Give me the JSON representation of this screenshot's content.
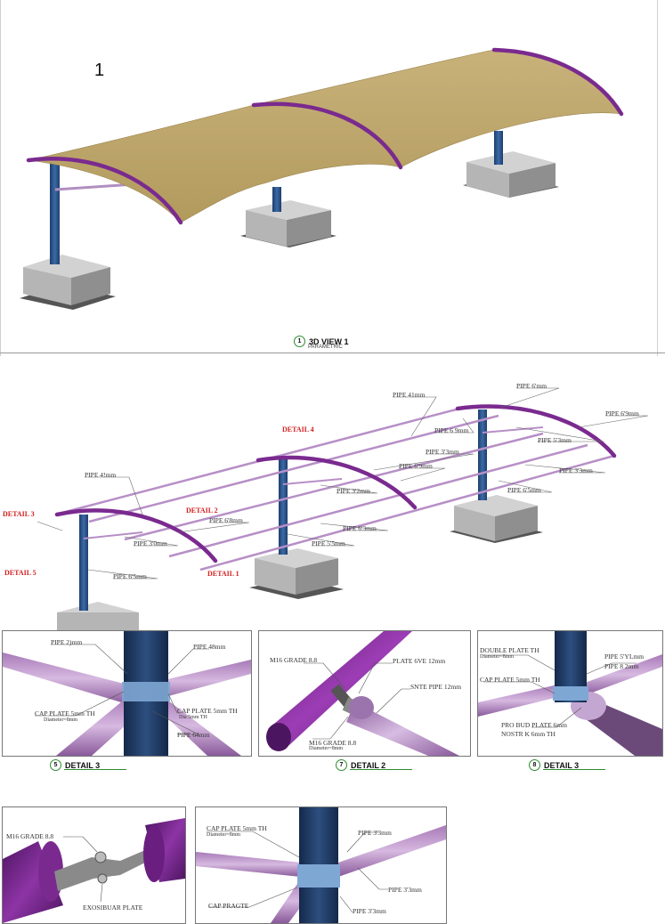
{
  "sheet_number": "1",
  "view_3d": {
    "bubble": "1",
    "title": "3D VIEW 1",
    "subtitle": "PARAMETRIC"
  },
  "framing": {
    "detail_tags": {
      "detail4": "DETAIL 4",
      "detail3": "DETAIL 3",
      "detail2": "DETAIL 2",
      "detail5": "DETAIL 5",
      "detail1": "DETAIL 1"
    },
    "pipe_labels": {
      "p41_top": "PIPE 41mm",
      "p_top_right": "PIPE 6'mm",
      "p_far_right": "PIPE 6'9mm",
      "p_mid1": "PIPE 6 9mm",
      "p_right2": "PIPE 5'3mm",
      "p_mid2": "PIPE 3'3mm",
      "p_mid3": "PIPE 6'9mm",
      "p_right3": "PIPE 3'3mm",
      "p_left_top": "PIPE 4!mm",
      "p_mid4": "PIPE 3'2mm",
      "p_right4": "PIPE 6'5mm",
      "p_left2": "PIPE 6'8mm",
      "p_mid5": "PIPE 6'3mm",
      "p_left3": "PIPE 3'0mm",
      "p_mid6": "PIPE 5'5mm",
      "p_left4": "PIPE 6'5mm"
    }
  },
  "detail_a": {
    "bubble": "5",
    "title": "DETAIL 3",
    "labels": {
      "pipe_tl": "PIPE 2)mm",
      "pipe_tr": "PIPE 48mm",
      "cap_l": "CAP PLATE 5mm TH",
      "cap_l_sub": "Diameter=8mm",
      "cap_r": "CAP PLATE 5mm TH",
      "cap_r_sub": "Dia 5mm TH",
      "pipe_b": "PIPE 64mm"
    }
  },
  "detail_b": {
    "bubble": "7",
    "title": "DETAIL 2",
    "labels": {
      "bolt_top": "M16 GRADE 8.8",
      "plate": "PLATE 6VE 12mm",
      "pipe": "SNTE PIPE 12mm",
      "bolt_bottom": "M16 GRADE 8.8",
      "bolt_bottom_sub": "Diameter=8mm"
    }
  },
  "detail_c": {
    "bubble": "8",
    "title": "DETAIL 3",
    "labels": {
      "double_plate": "DOUBLE PLATE TH",
      "double_plate_sub": "Diameter=8mm",
      "pipe_tr1": "PIPE 5'YLmm",
      "pipe_tr2": "PIPE 8 2mm",
      "cap": "CAP PLATE 5mm TH",
      "plate_low": "PRO BUD PLATE 6mm",
      "plate_low_sub": "NOSTR K 6mm TH"
    }
  },
  "detail_d": {
    "labels": {
      "bolt": "M16 GRADE 8.8",
      "plate": "EXOSIBUAR PLATE"
    }
  },
  "detail_e": {
    "labels": {
      "cap_top": "CAP PLATE 5mm TH",
      "cap_top_sub": "Diameter=8mm",
      "pipe_tr": "PIPE 3'3mm",
      "pipe_mr": "PIPE 3'3mm",
      "cap_bottom": "CAP PRAGTE",
      "pipe_br": "PIPE 3'3mm"
    }
  }
}
